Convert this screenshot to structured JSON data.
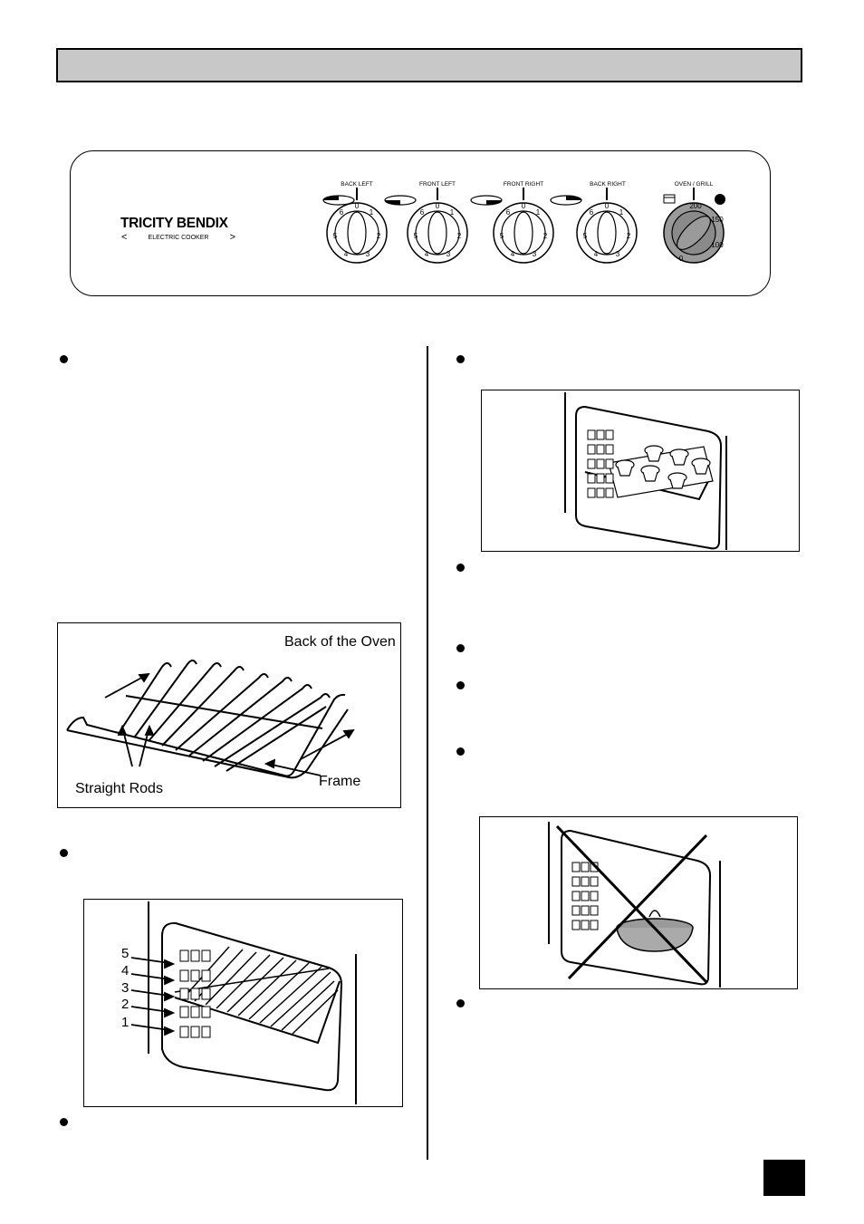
{
  "control_panel": {
    "brand": "TRICITY BENDIX",
    "brand_sub": "ELECTRIC COOKER",
    "knobs": [
      {
        "label": "BACK LEFT"
      },
      {
        "label": "FRONT LEFT"
      },
      {
        "label": "FRONT RIGHT"
      },
      {
        "label": "BACK RIGHT"
      },
      {
        "label": "OVEN / GRILL"
      }
    ],
    "hob_dial_numbers": [
      "0",
      "1",
      "2",
      "3",
      "4",
      "5",
      "6"
    ],
    "oven_dial_numbers": [
      "0",
      "200",
      "150",
      "100"
    ]
  },
  "figures": {
    "shelf": {
      "back_label": "Back of the Oven",
      "rods_label": "Straight Rods",
      "frame_label": "Frame"
    },
    "runners": {
      "levels": [
        "5",
        "4",
        "3",
        "2",
        "1"
      ]
    }
  }
}
